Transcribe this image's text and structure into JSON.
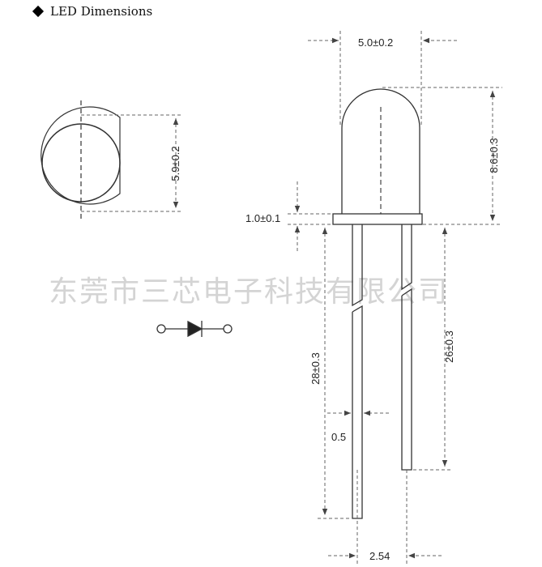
{
  "header": {
    "bullet_icon": "diamond-bullet",
    "title": "LED Dimensions"
  },
  "dimensions": {
    "lens_width": "5.0±0.2",
    "lens_height": "8.6±0.3",
    "flange_thickness": "1.0±0.1",
    "flange_diameter": "5.9±0.2",
    "long_lead_length": "28±0.3",
    "short_lead_length": "26±0.3",
    "lead_width": "0.5",
    "lead_spacing": "2.54"
  },
  "watermark": "东莞市三芯电子科技有限公司",
  "colors": {
    "line": "#333333",
    "dim_line": "#555555",
    "watermark": "#d4d4d4"
  }
}
